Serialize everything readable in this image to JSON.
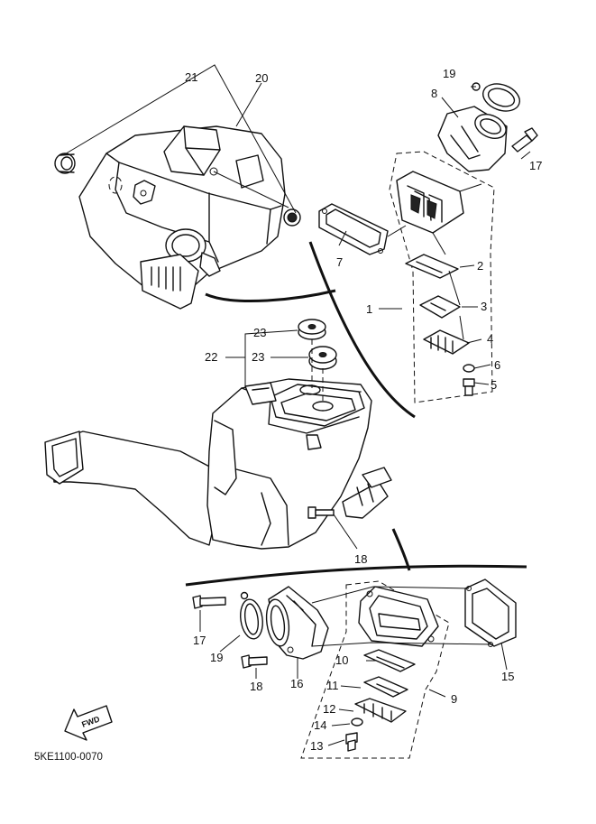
{
  "callouts": {
    "c1": "1",
    "c2": "2",
    "c3": "3",
    "c4": "4",
    "c5": "5",
    "c6": "6",
    "c7": "7",
    "c8": "8",
    "c9": "9",
    "c10": "10",
    "c11": "11",
    "c12": "12",
    "c13": "13",
    "c14": "14",
    "c15": "15",
    "c16": "16",
    "c17a": "17",
    "c17b": "17",
    "c18a": "18",
    "c18b": "18",
    "c19a": "19",
    "c19b": "19",
    "c20": "20",
    "c21": "21",
    "c22": "22",
    "c23a": "23",
    "c23b": "23"
  },
  "arrow_label": "FWD",
  "diagram_code": "5KE1100-0070"
}
